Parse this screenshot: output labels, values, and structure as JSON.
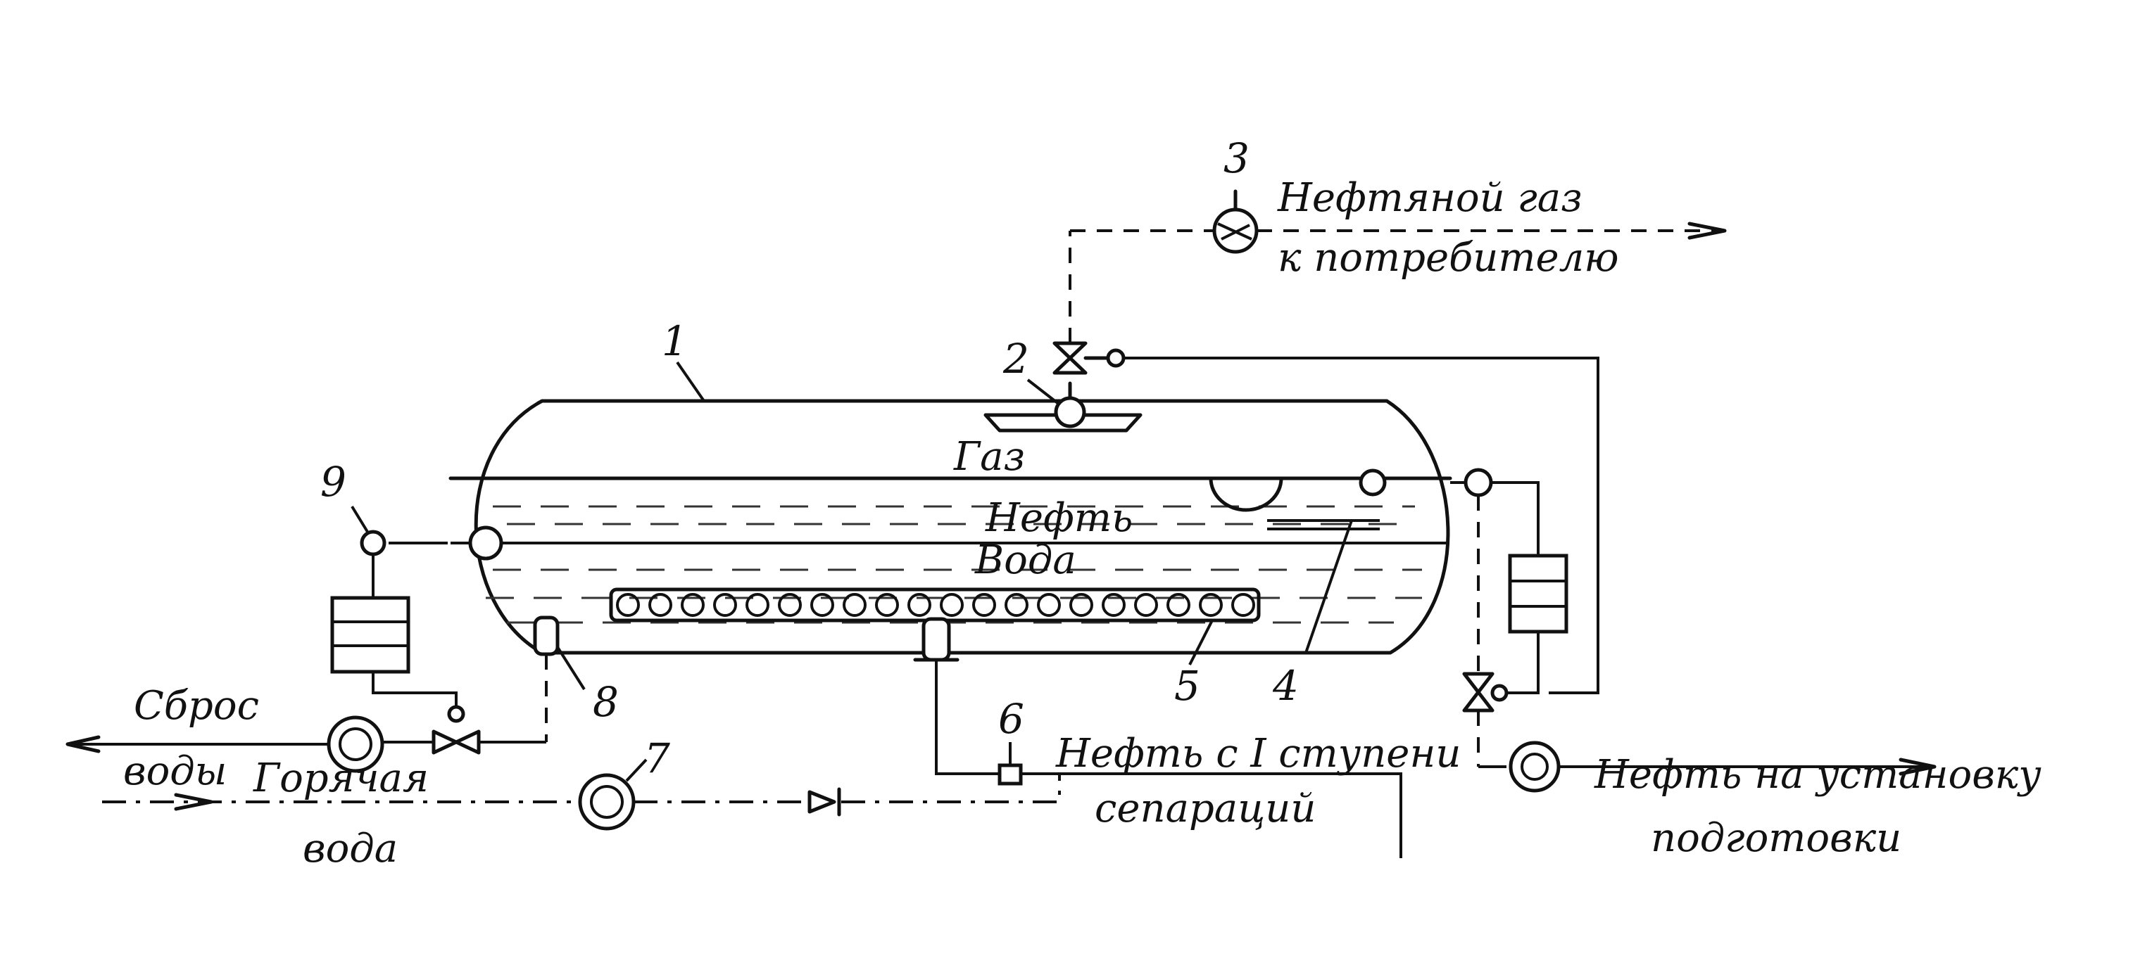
{
  "diagram": {
    "numbers": {
      "n1": "1",
      "n2": "2",
      "n3": "3",
      "n4": "4",
      "n5": "5",
      "n6": "6",
      "n7": "7",
      "n8": "8",
      "n9": "9"
    },
    "labels": {
      "gas_zone": "Газ",
      "oil_zone": "Нефть",
      "water_zone": "Вода",
      "gas_out_1": "Нефтяной газ",
      "gas_out_2": "к потребителю",
      "water_discharge_1": "Сброс",
      "water_discharge_2": "воды",
      "hot_water_1": "Горячая",
      "hot_water_2": "вода",
      "oil_in_1": "Нефть с I ступени",
      "oil_in_2": "сепараций",
      "oil_out_1": "Нефть на установку",
      "oil_out_2": "подготовки"
    }
  }
}
